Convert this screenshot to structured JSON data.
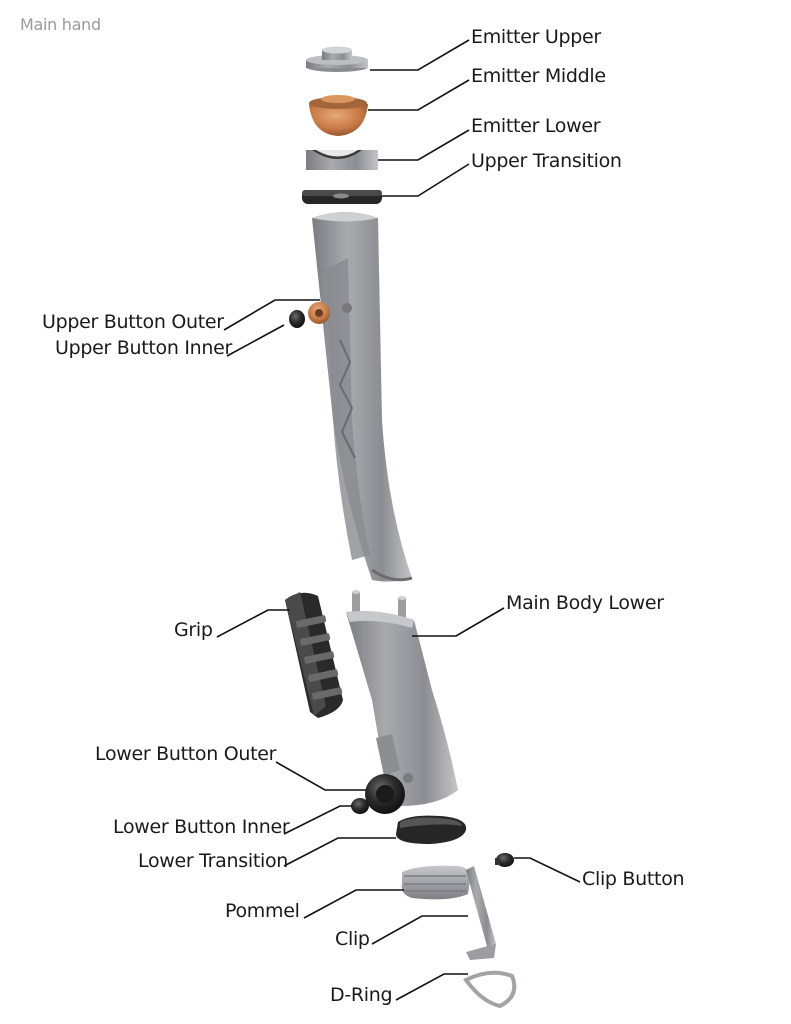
{
  "header": {
    "title": "Main hand"
  },
  "labels": {
    "emitter_upper": "Emitter Upper",
    "emitter_middle": "Emitter Middle",
    "emitter_lower": "Emitter Lower",
    "upper_transition": "Upper Transition",
    "upper_button_outer": "Upper Button Outer",
    "upper_button_inner": "Upper Button Inner",
    "grip": "Grip",
    "main_body_lower": "Main Body Lower",
    "lower_button_outer": "Lower Button Outer",
    "lower_button_inner": "Lower Button Inner",
    "lower_transition": "Lower Transition",
    "clip_button": "Clip Button",
    "pommel": "Pommel",
    "clip": "Clip",
    "d_ring": "D-Ring"
  },
  "colors": {
    "metal": "#9a9ba0",
    "metal_dark": "#6f7075",
    "metal_light": "#c9cacd",
    "rubber": "#2b2b2b",
    "copper": "#c87a45",
    "leader": "#111111"
  }
}
